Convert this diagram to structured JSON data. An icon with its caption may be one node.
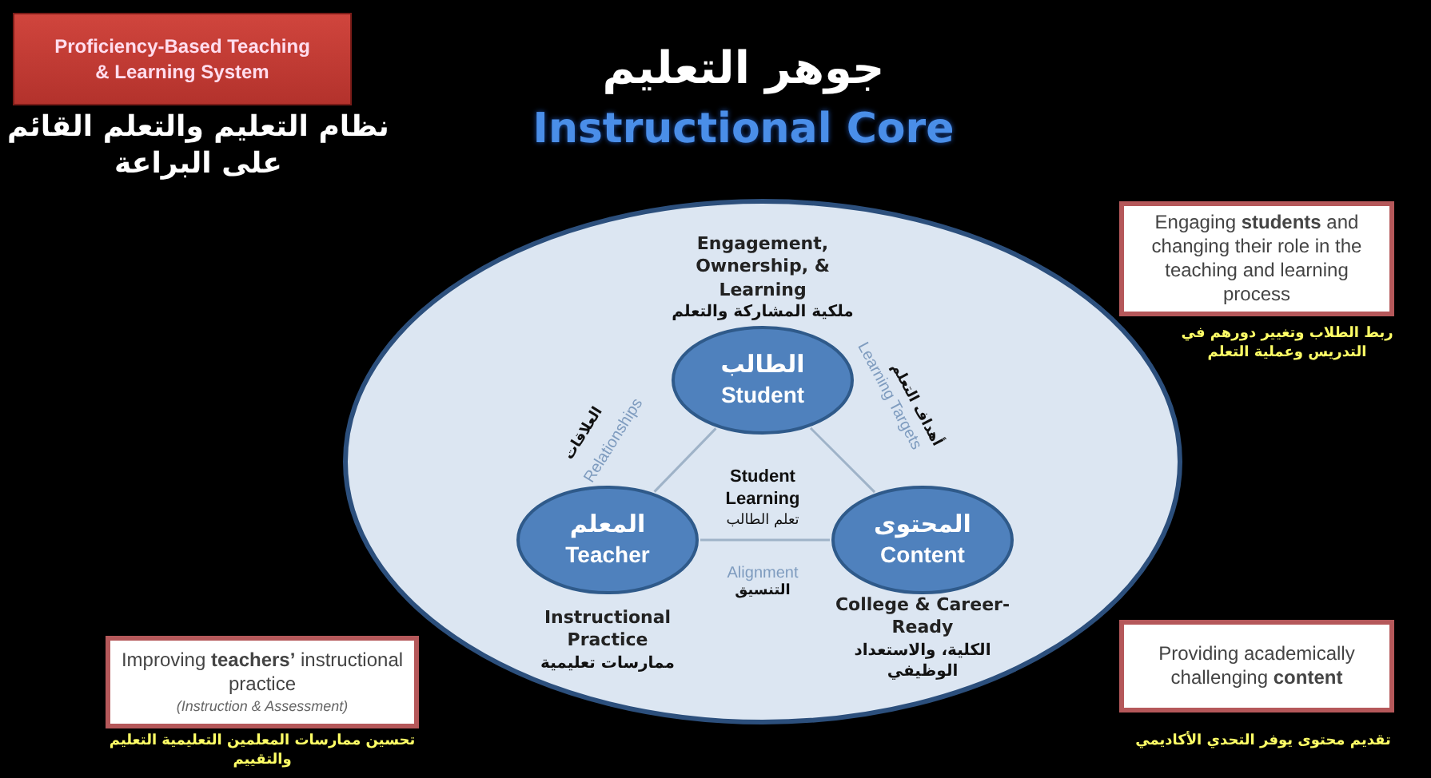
{
  "diagram": {
    "title": "Instructional Core",
    "nodes": [
      {
        "text": [
          "Proficiency-Based Teaching & Learning System"
        ],
        "beside": [
          "نظام التعليم والتعلم القائم على البراعة"
        ]
      },
      {
        "text": [],
        "shape": "circle"
      },
      {
        "text": [
          "الطالب",
          "Student"
        ],
        "in": 1,
        "beside": [
          "Engagement, Ownership, & Learning",
          "ملكية المشاركة والتعلم"
        ]
      },
      {
        "text": [
          "المعلم",
          "Teacher"
        ],
        "in": 1,
        "beside": [
          "Instructional Practice",
          "ممارسات تعليمية"
        ]
      },
      {
        "text": [
          "المحتوى",
          "Content"
        ],
        "in": 1,
        "beside": [
          "College & Career-Ready",
          "الكلية، والاستعداد الوظيفي"
        ]
      },
      {
        "text": [
          "Engaging **students** and changing their role in the teaching and learning process"
        ],
        "beside": [
          "ربط الطلاب وتغيير دورهم في التدريس وعملية التعلم"
        ]
      },
      {
        "text": [
          "Improving **teachers’** instructional practice",
          "(Instruction & Assessment)"
        ],
        "beside": [
          "تحسين ممارسات المعلمين التعليمية التعليم والتقييم"
        ]
      },
      {
        "text": [
          "Providing academically challenging **content**"
        ],
        "beside": [
          "تقديم محتوى يوفر التحدي الأكاديمي"
        ]
      }
    ],
    "edges": [
      {
        "from": 2,
        "to": 3,
        "arrow": "none",
        "label": "Relationships"
      },
      {
        "from": 2,
        "to": 4,
        "arrow": "none",
        "label": "Learning Targets"
      },
      {
        "from": 3,
        "to": 4,
        "arrow": "none",
        "label": "Alignment"
      }
    ],
    "labels": [
      "جوهر التعليم",
      "العلاقات",
      "أهداف التعلم",
      "Student Learning",
      "تعلم الطالب",
      "التنسيق"
    ]
  }
}
